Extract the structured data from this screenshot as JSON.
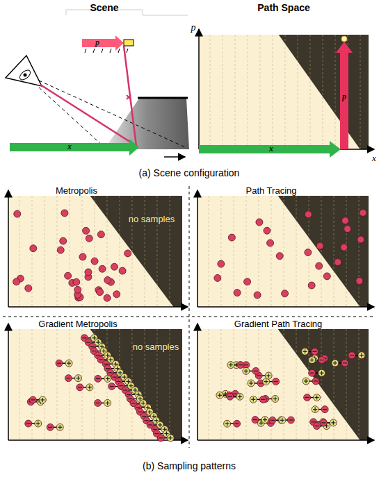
{
  "diagram": {
    "labels": [
      "Scene",
      "Path Space",
      "p",
      "x",
      "p",
      "p",
      "x",
      "x",
      "(a) Scene configuration",
      "Metropolis",
      "no samples",
      "Path Tracing",
      "Gradient Metropolis",
      "no samples",
      "Gradient Path Tracing",
      "(b) Sampling patterns"
    ]
  }
}
